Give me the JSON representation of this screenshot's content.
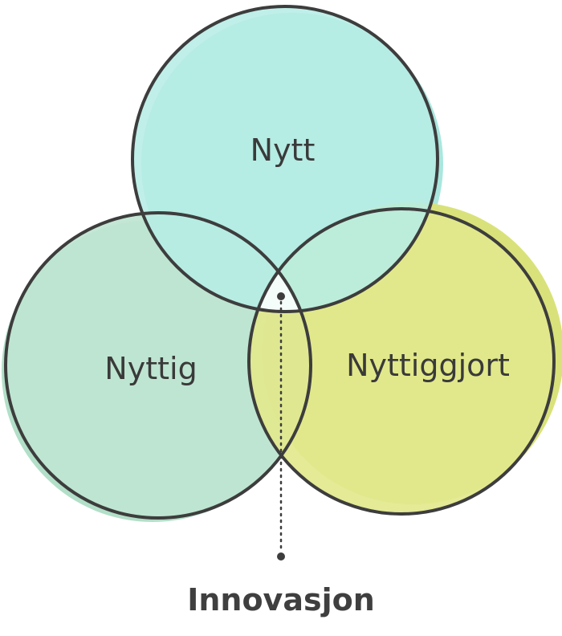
{
  "diagram": {
    "circles": [
      {
        "id": "top",
        "label": "Nytt",
        "fill": "#b6ede5",
        "offset_fill": "#a9e7de"
      },
      {
        "id": "left",
        "label": "Nyttig",
        "fill": "#bfe5d1",
        "offset_fill": "#b2dfc8"
      },
      {
        "id": "right",
        "label": "Nyttiggjort",
        "fill": "#e2e88c",
        "offset_fill": "#d9e27a"
      }
    ],
    "center_label": "Innovasjon",
    "colors": {
      "outline": "#3d3d3d",
      "center_highlight": "#ffffff"
    }
  }
}
